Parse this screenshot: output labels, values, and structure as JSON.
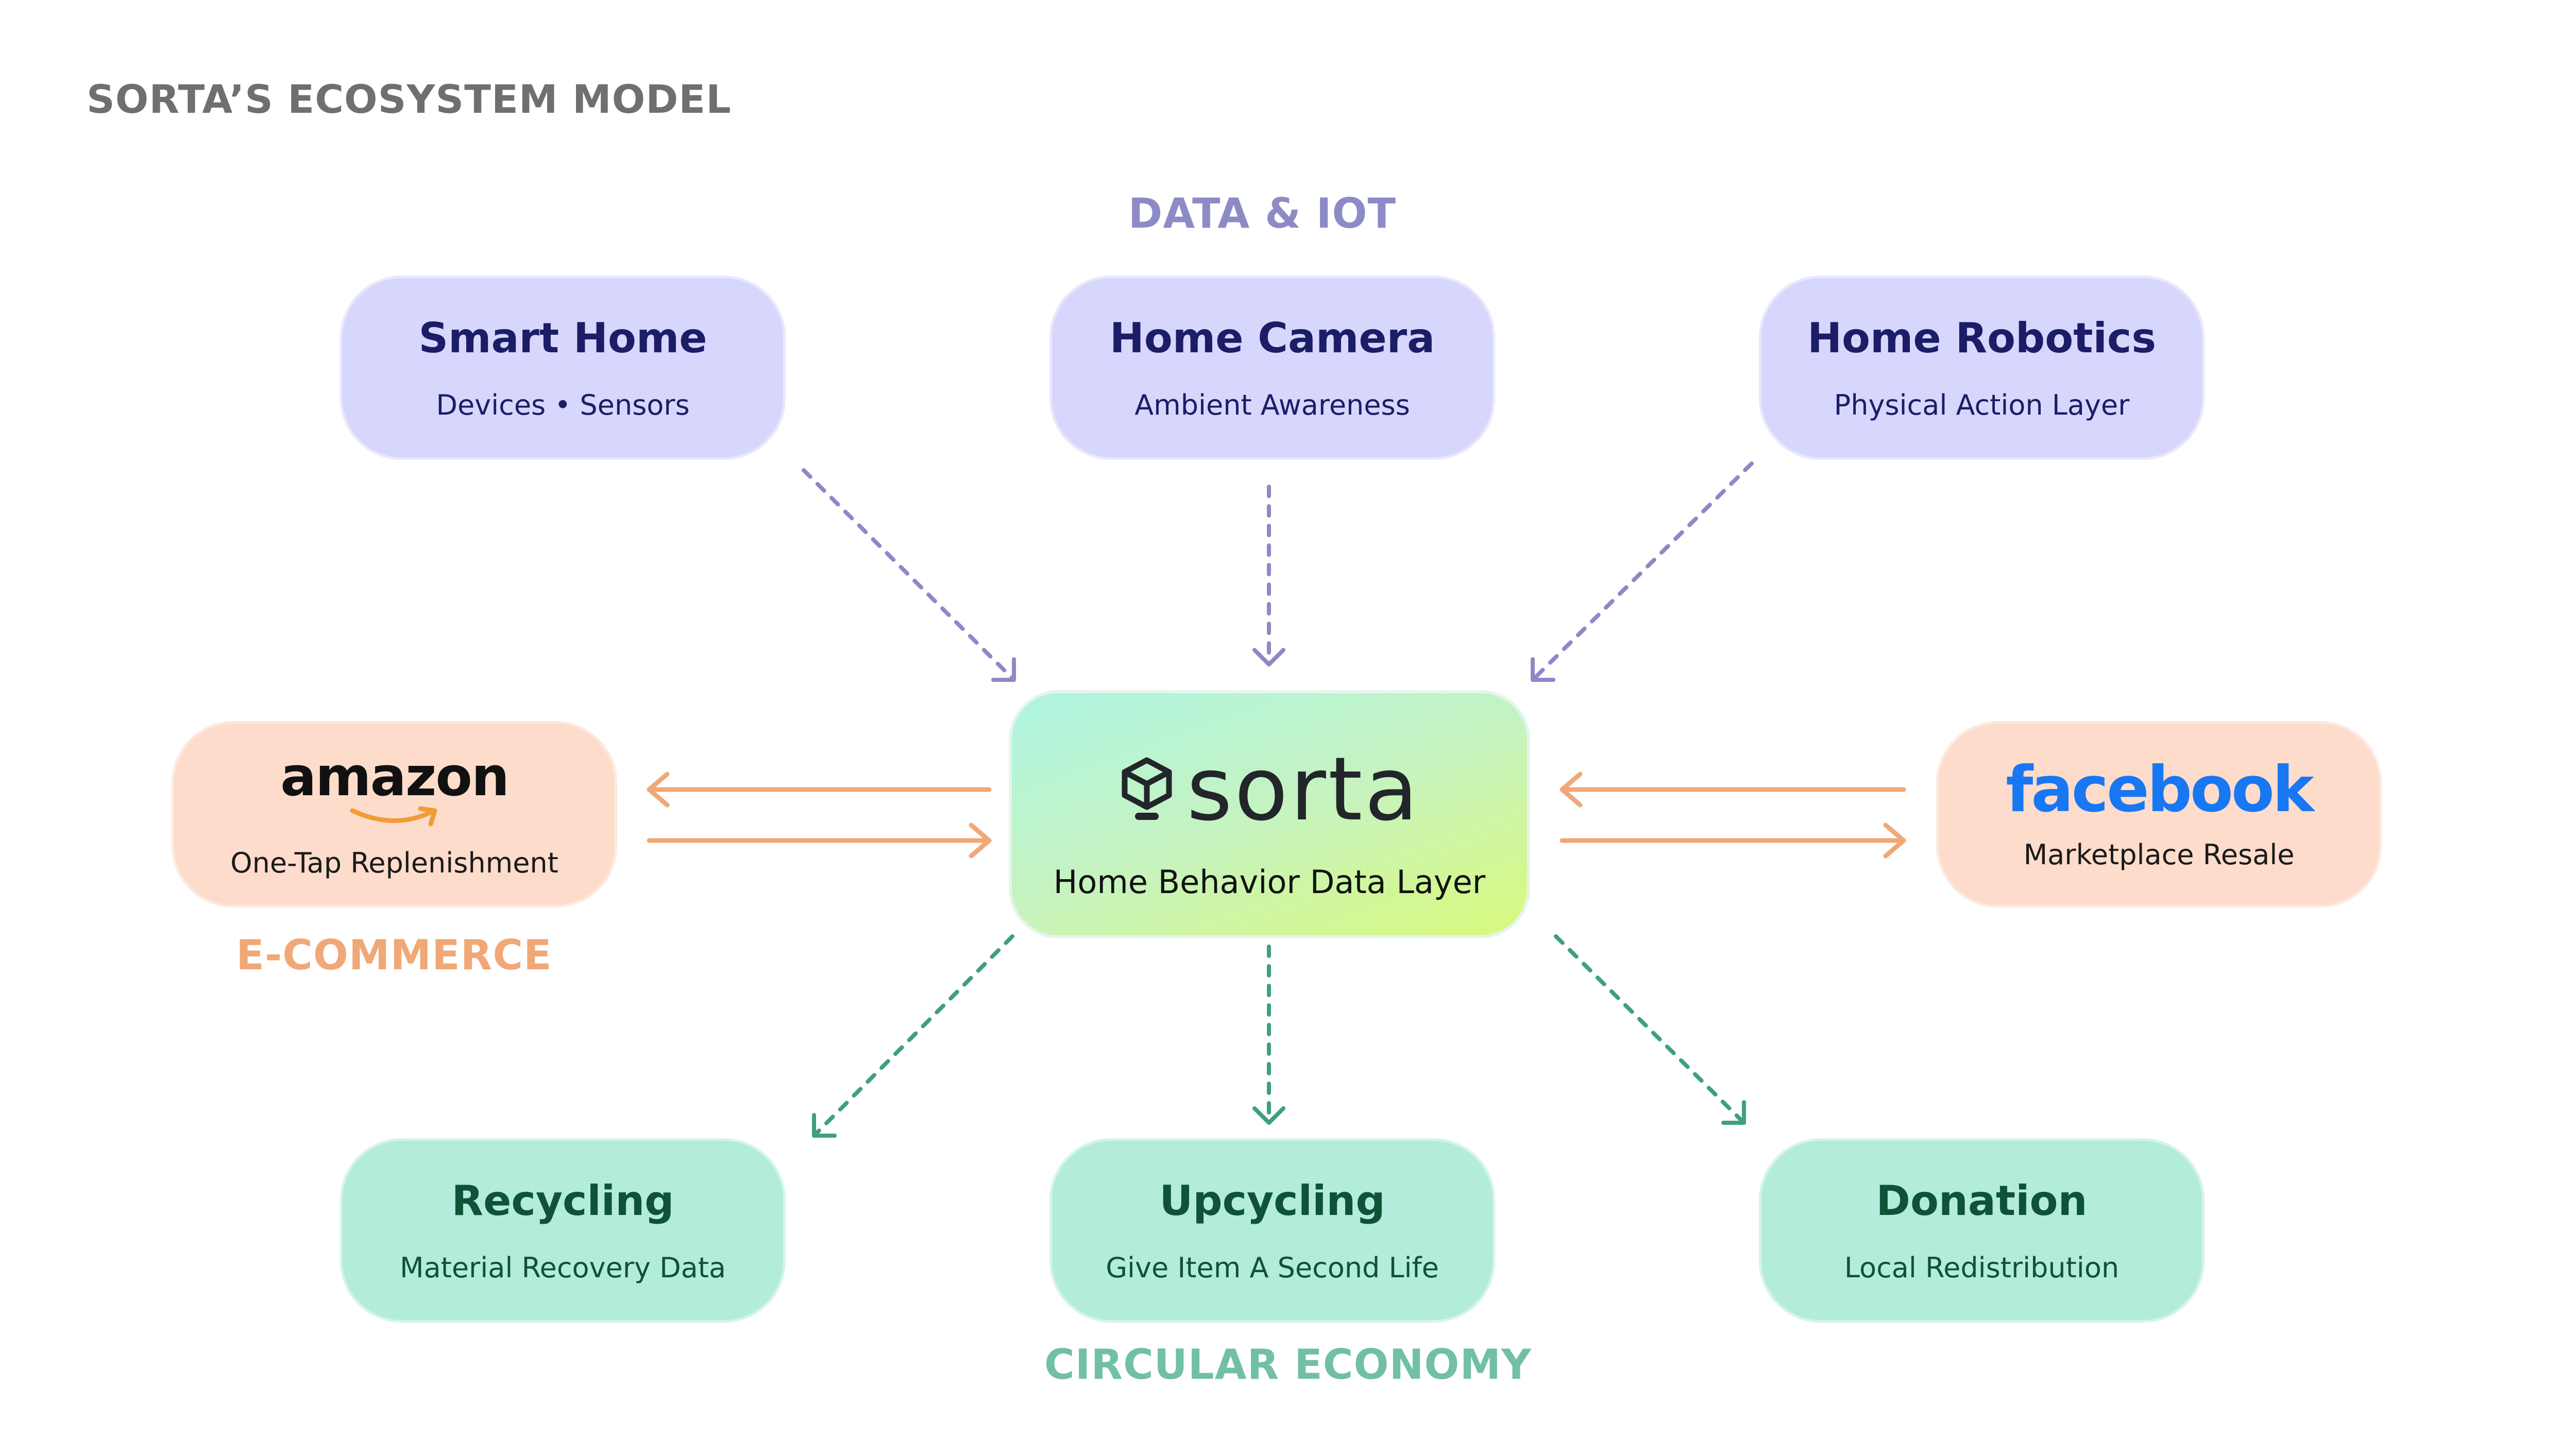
{
  "page_title": "SORTA’S ECOSYSTEM MODEL",
  "groups": {
    "iot": "DATA & IOT",
    "ecommerce": "E-COMMERCE",
    "circular": "CIRCULAR ECONOMY"
  },
  "center": {
    "brand": "sorta",
    "subtitle": "Home Behavior Data Layer"
  },
  "iot_nodes": [
    {
      "title": "Smart Home",
      "subtitle": "Devices • Sensors"
    },
    {
      "title": "Home Camera",
      "subtitle": "Ambient Awareness"
    },
    {
      "title": "Home Robotics",
      "subtitle": "Physical Action Layer"
    }
  ],
  "ecommerce_nodes": [
    {
      "logo": "amazon",
      "subtitle": "One-Tap Replenishment"
    },
    {
      "logo": "facebook",
      "subtitle": "Marketplace Resale"
    }
  ],
  "circular_nodes": [
    {
      "title": "Recycling",
      "subtitle": "Material Recovery Data"
    },
    {
      "title": "Upcycling",
      "subtitle": "Give Item A Second Life"
    },
    {
      "title": "Donation",
      "subtitle": "Local Redistribution"
    }
  ],
  "colors": {
    "iot_arrow": "#8d89c6",
    "ecommerce_arrow": "#f0a877",
    "circular_arrow": "#3fa07c"
  },
  "icons": [
    "sorta-box-icon",
    "amazon-smile-icon"
  ]
}
